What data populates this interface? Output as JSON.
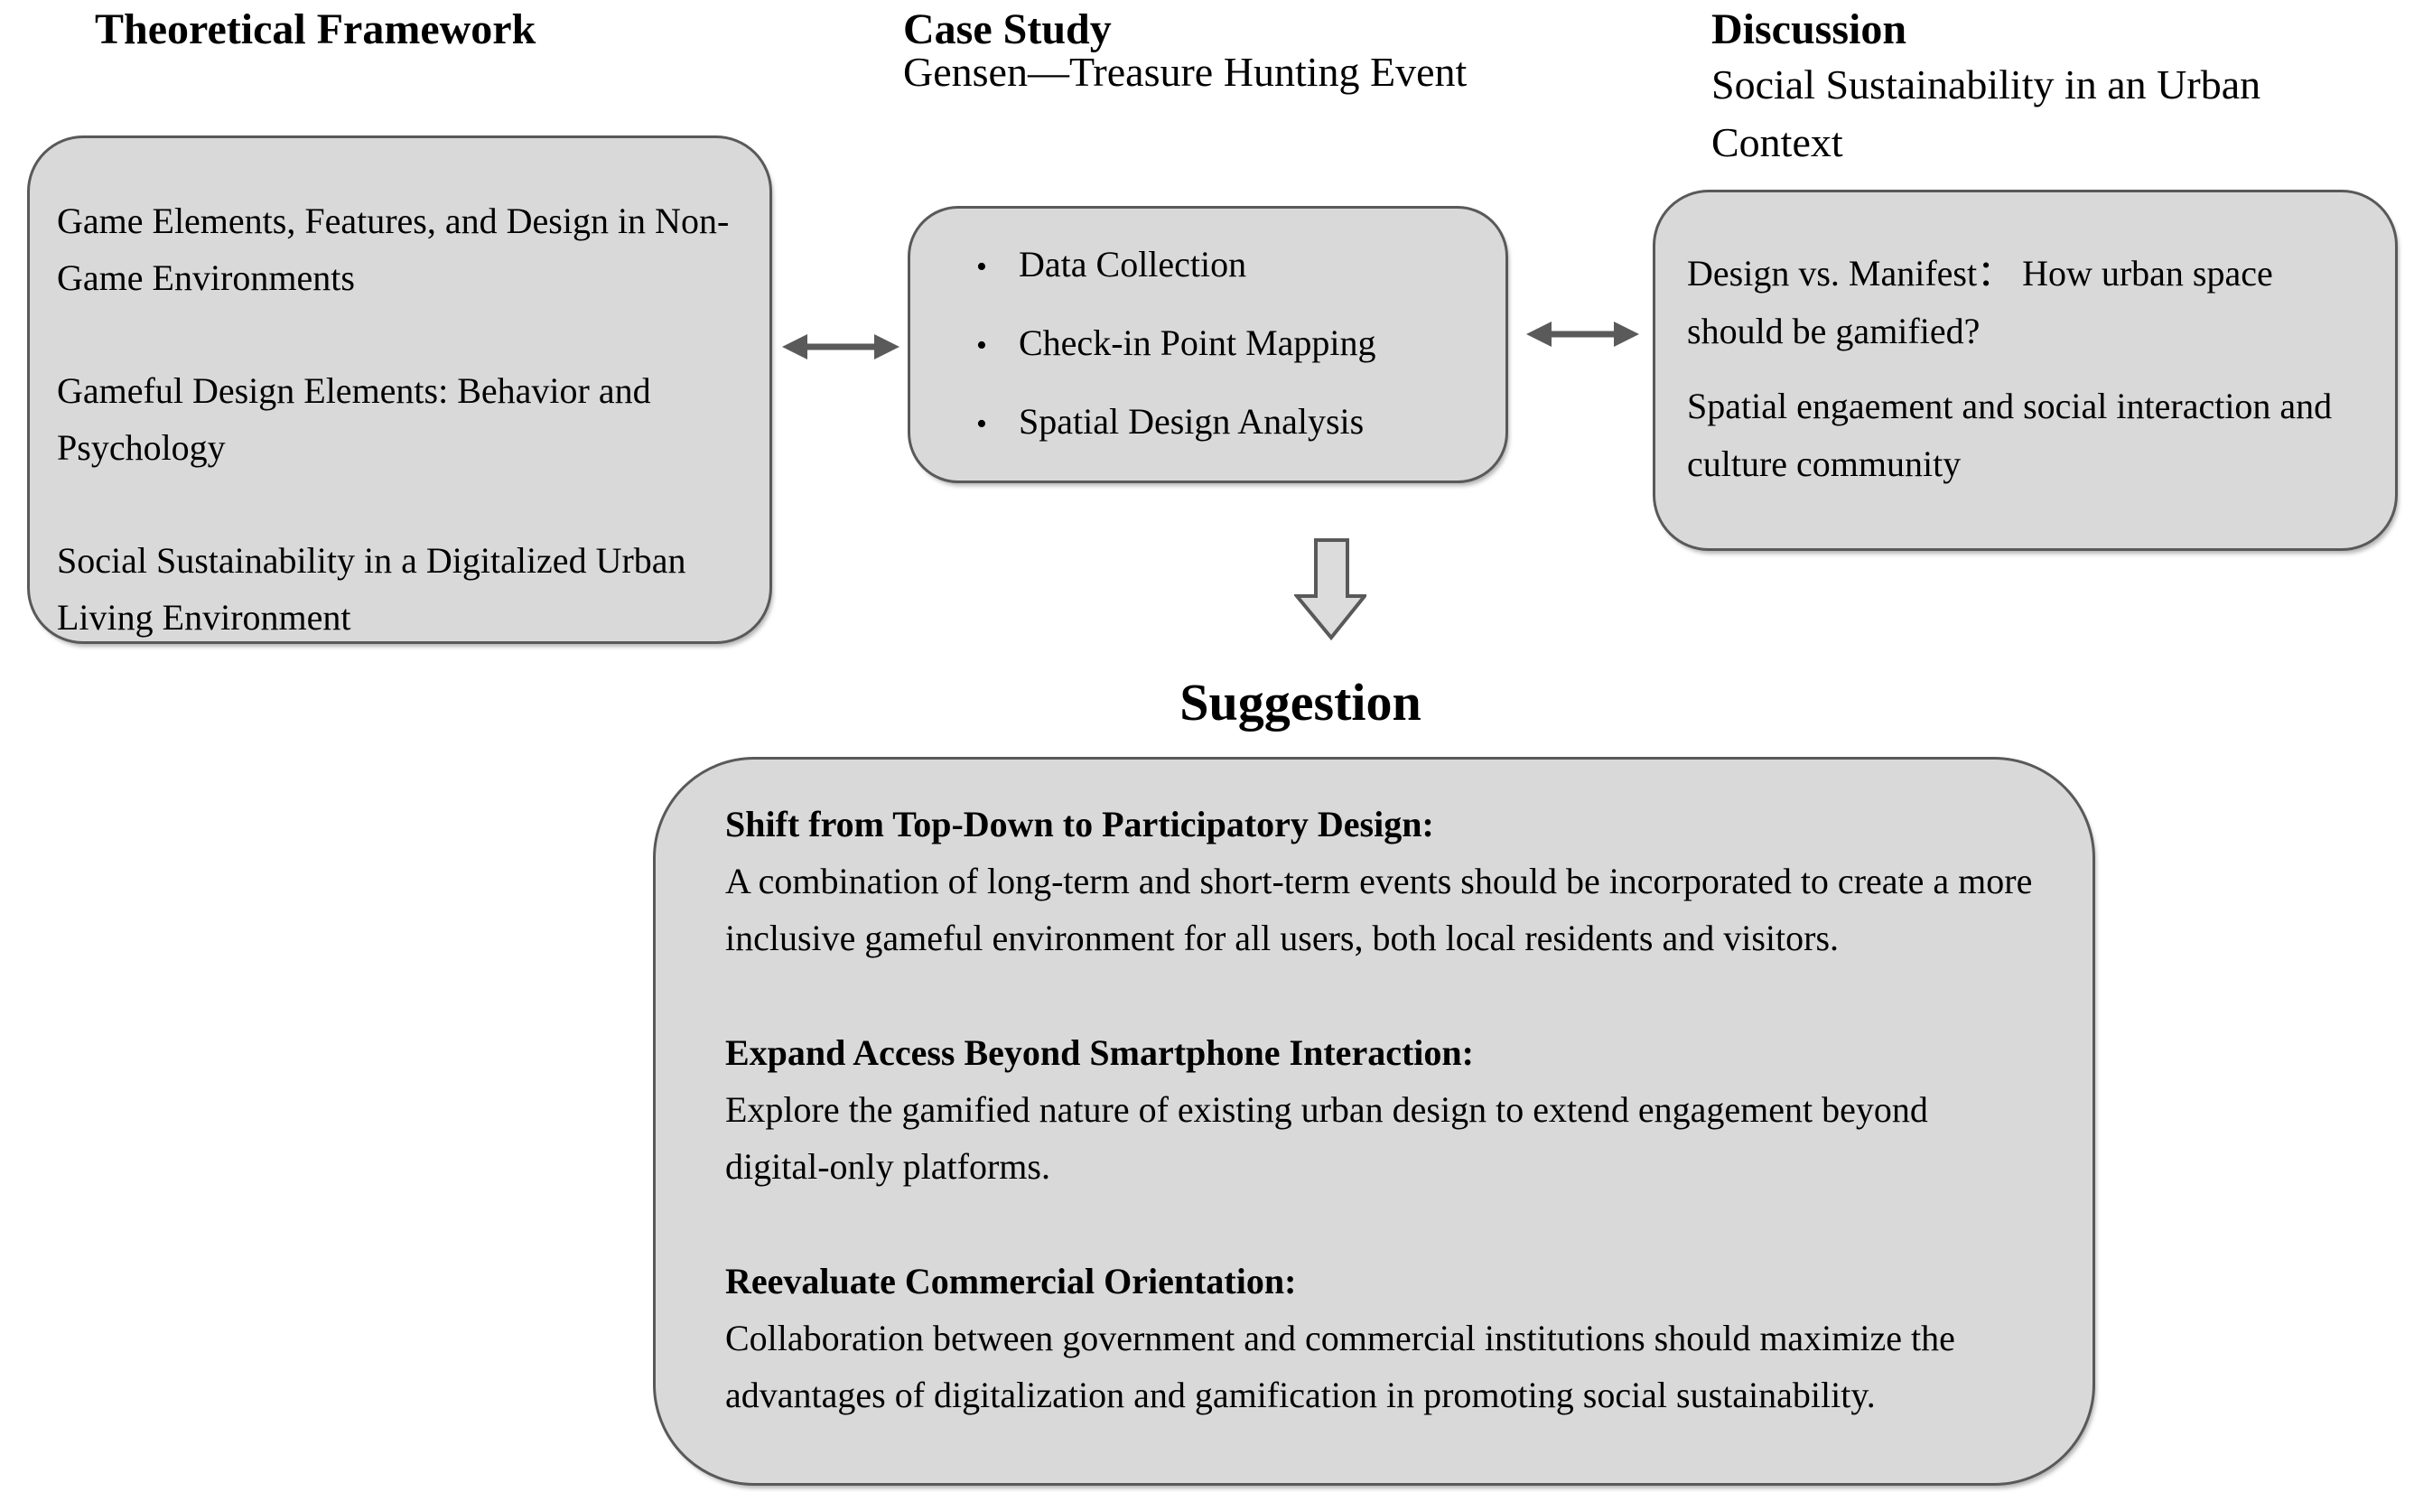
{
  "colors": {
    "background": "#ffffff",
    "box_fill": "#d9d9d9",
    "box_border": "#595959",
    "arrow_color": "#5a5a5a",
    "down_arrow_fill": "#dcdcdc",
    "text_color": "#000000"
  },
  "columns": {
    "theoretical": {
      "title": "Theoretical Framework",
      "items": [
        "Game Elements, Features, and Design in Non-Game Environments",
        "Gameful Design Elements: Behavior and Psychology",
        "Social Sustainability in a Digitalized Urban Living Environment"
      ]
    },
    "case_study": {
      "title": "Case Study",
      "subtitle": "Gensen—Treasure Hunting Event",
      "bullet_char": "•",
      "bullets": [
        "Data Collection",
        "Check-in Point Mapping",
        "Spatial Design Analysis"
      ]
    },
    "discussion": {
      "title": "Discussion",
      "subtitle": "Social Sustainability in an Urban Context",
      "items": [
        "Design vs. Manifest： How urban space should be gamified?",
        "Spatial engaement and social interaction and culture community"
      ]
    }
  },
  "suggestion": {
    "title": "Suggestion",
    "sections": [
      {
        "heading": "Shift from Top-Down to Participatory Design:",
        "body": "A combination of long-term and short-term events should be incorporated to create a more inclusive gameful environment for all users, both local residents and visitors."
      },
      {
        "heading": "Expand Access Beyond Smartphone Interaction:",
        "body": "Explore the gamified nature of existing urban design to extend engagement beyond digital-only platforms."
      },
      {
        "heading": "Reevaluate Commercial Orientation:",
        "body": "Collaboration between government and commercial institutions should maximize the advantages of digitalization and gamification in promoting social sustainability."
      }
    ]
  }
}
